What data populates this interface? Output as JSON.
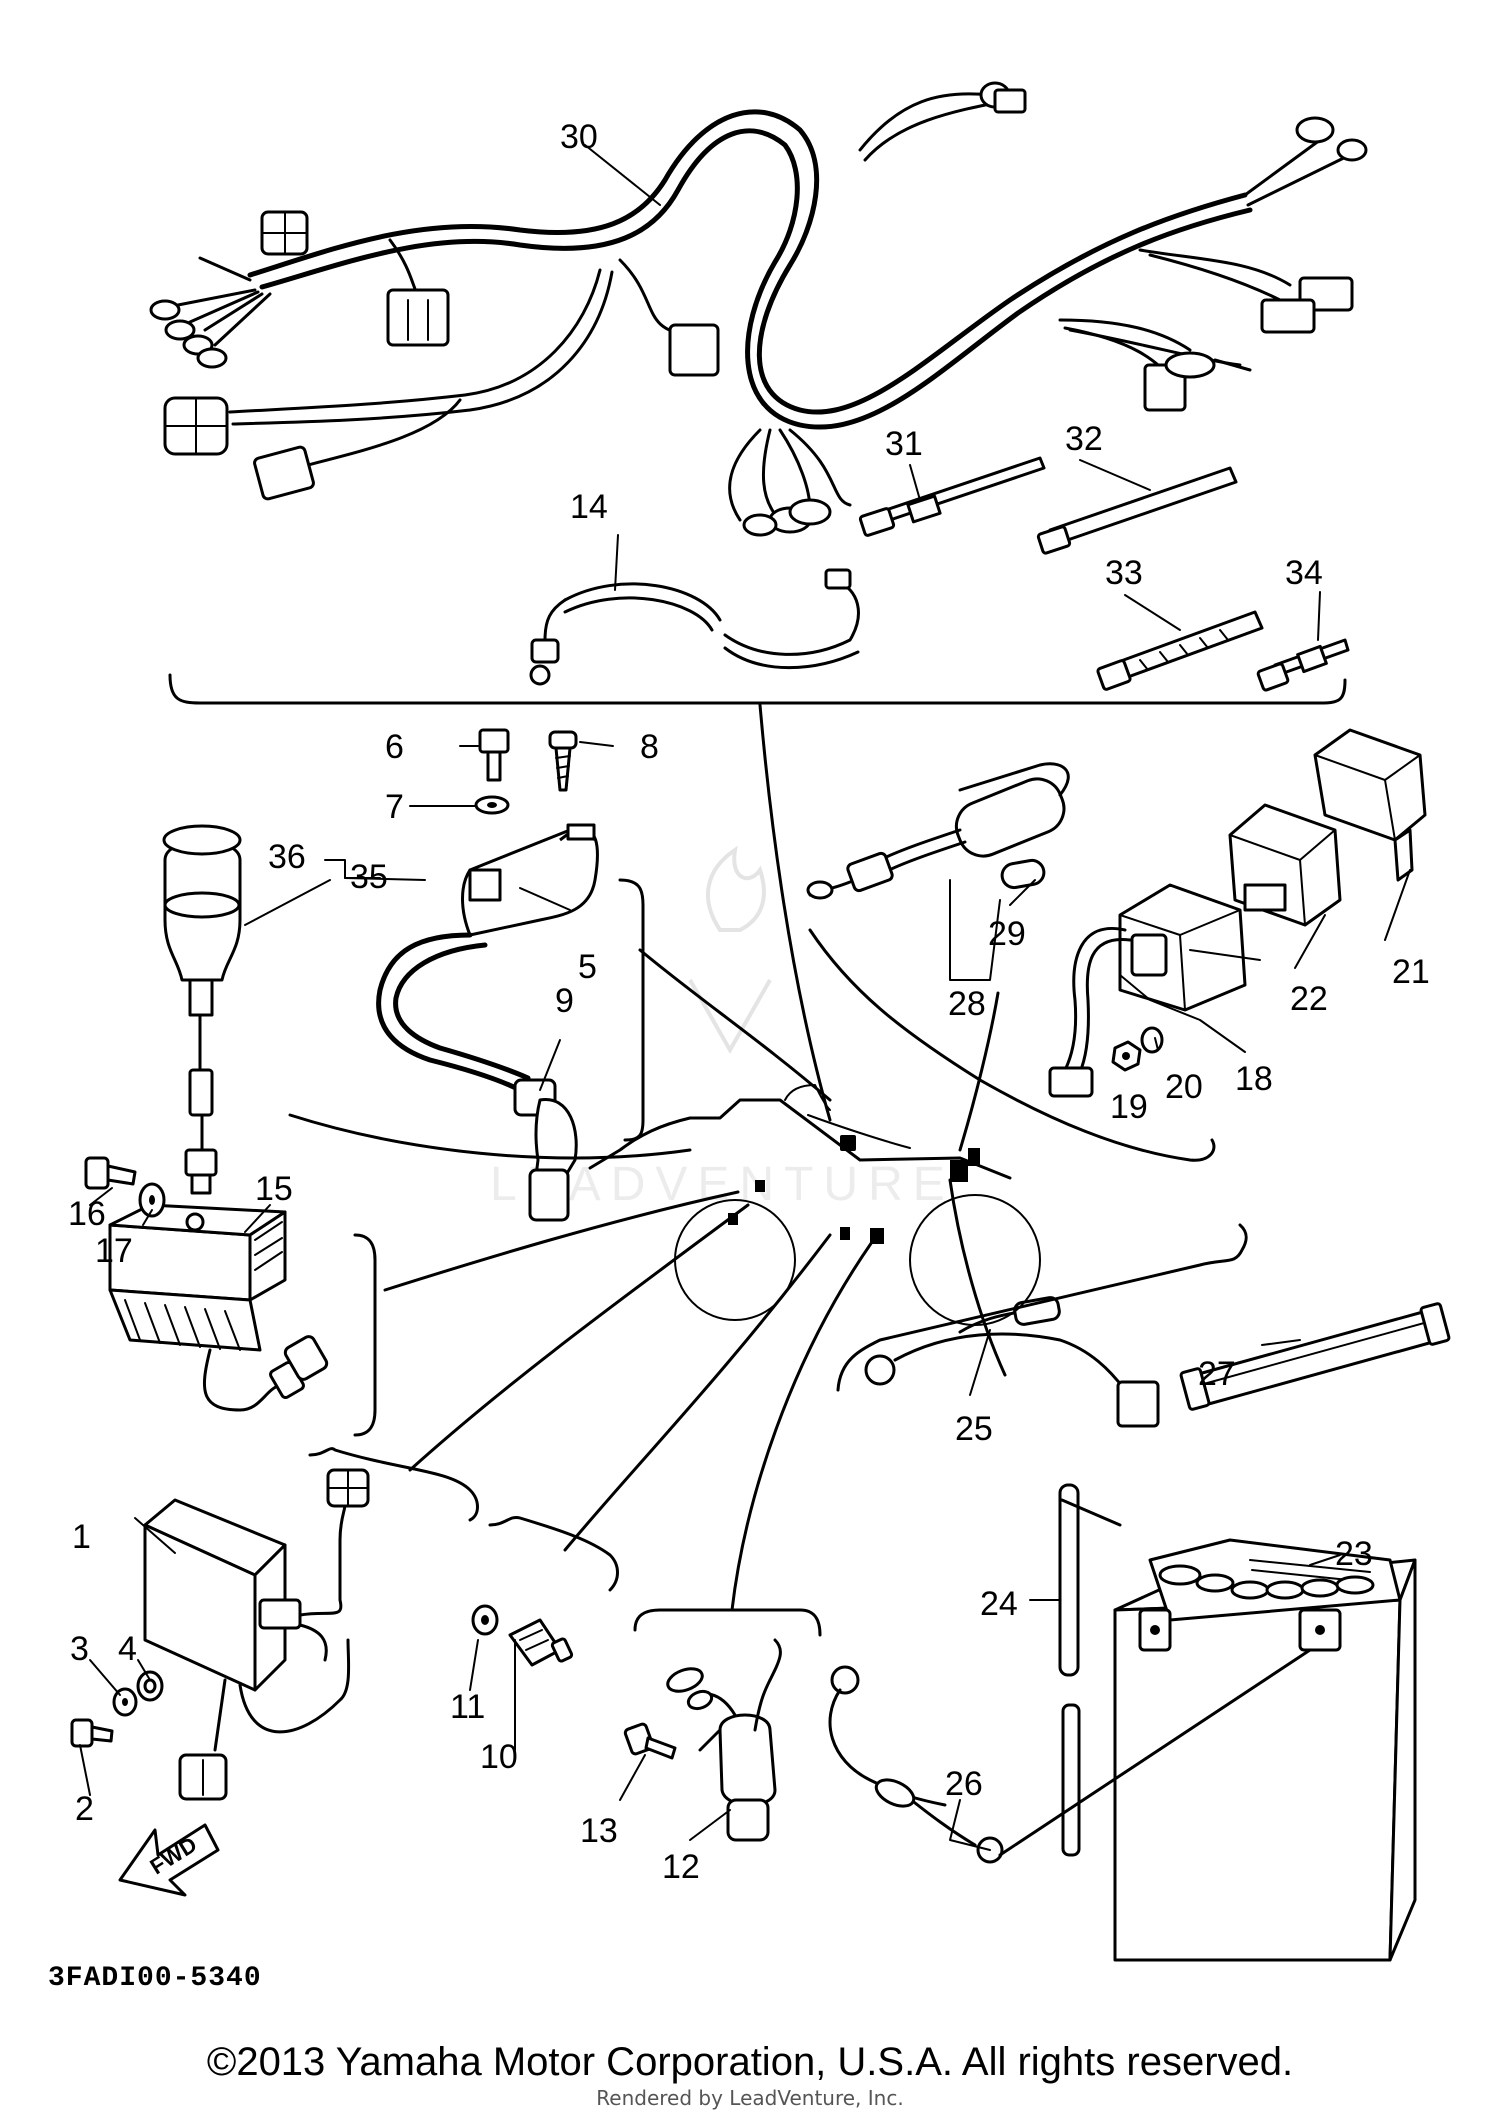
{
  "diagram": {
    "part_code": "3FADI00-5340",
    "fwd_label": "FWD",
    "watermark": "LEADVENTURE",
    "callouts": [
      {
        "id": "1",
        "label": "1"
      },
      {
        "id": "2",
        "label": "2"
      },
      {
        "id": "3",
        "label": "3"
      },
      {
        "id": "4",
        "label": "4"
      },
      {
        "id": "5",
        "label": "5"
      },
      {
        "id": "6",
        "label": "6"
      },
      {
        "id": "7",
        "label": "7"
      },
      {
        "id": "8",
        "label": "8"
      },
      {
        "id": "9",
        "label": "9"
      },
      {
        "id": "10",
        "label": "10"
      },
      {
        "id": "11",
        "label": "11"
      },
      {
        "id": "12",
        "label": "12"
      },
      {
        "id": "13",
        "label": "13"
      },
      {
        "id": "14",
        "label": "14"
      },
      {
        "id": "15",
        "label": "15"
      },
      {
        "id": "16",
        "label": "16"
      },
      {
        "id": "17",
        "label": "17"
      },
      {
        "id": "18",
        "label": "18"
      },
      {
        "id": "19",
        "label": "19"
      },
      {
        "id": "20",
        "label": "20"
      },
      {
        "id": "21",
        "label": "21"
      },
      {
        "id": "22",
        "label": "22"
      },
      {
        "id": "23",
        "label": "23"
      },
      {
        "id": "24",
        "label": "24"
      },
      {
        "id": "25",
        "label": "25"
      },
      {
        "id": "26",
        "label": "26"
      },
      {
        "id": "27",
        "label": "27"
      },
      {
        "id": "28",
        "label": "28"
      },
      {
        "id": "29",
        "label": "29"
      },
      {
        "id": "30",
        "label": "30"
      },
      {
        "id": "31",
        "label": "31"
      },
      {
        "id": "32",
        "label": "32"
      },
      {
        "id": "33",
        "label": "33"
      },
      {
        "id": "34",
        "label": "34"
      },
      {
        "id": "35",
        "label": "35"
      },
      {
        "id": "36",
        "label": "36"
      }
    ]
  },
  "footer": {
    "copyright": "©2013 Yamaha Motor Corporation, U.S.A. All rights reserved.",
    "rendered_by": "Rendered by LeadVenture, Inc."
  }
}
